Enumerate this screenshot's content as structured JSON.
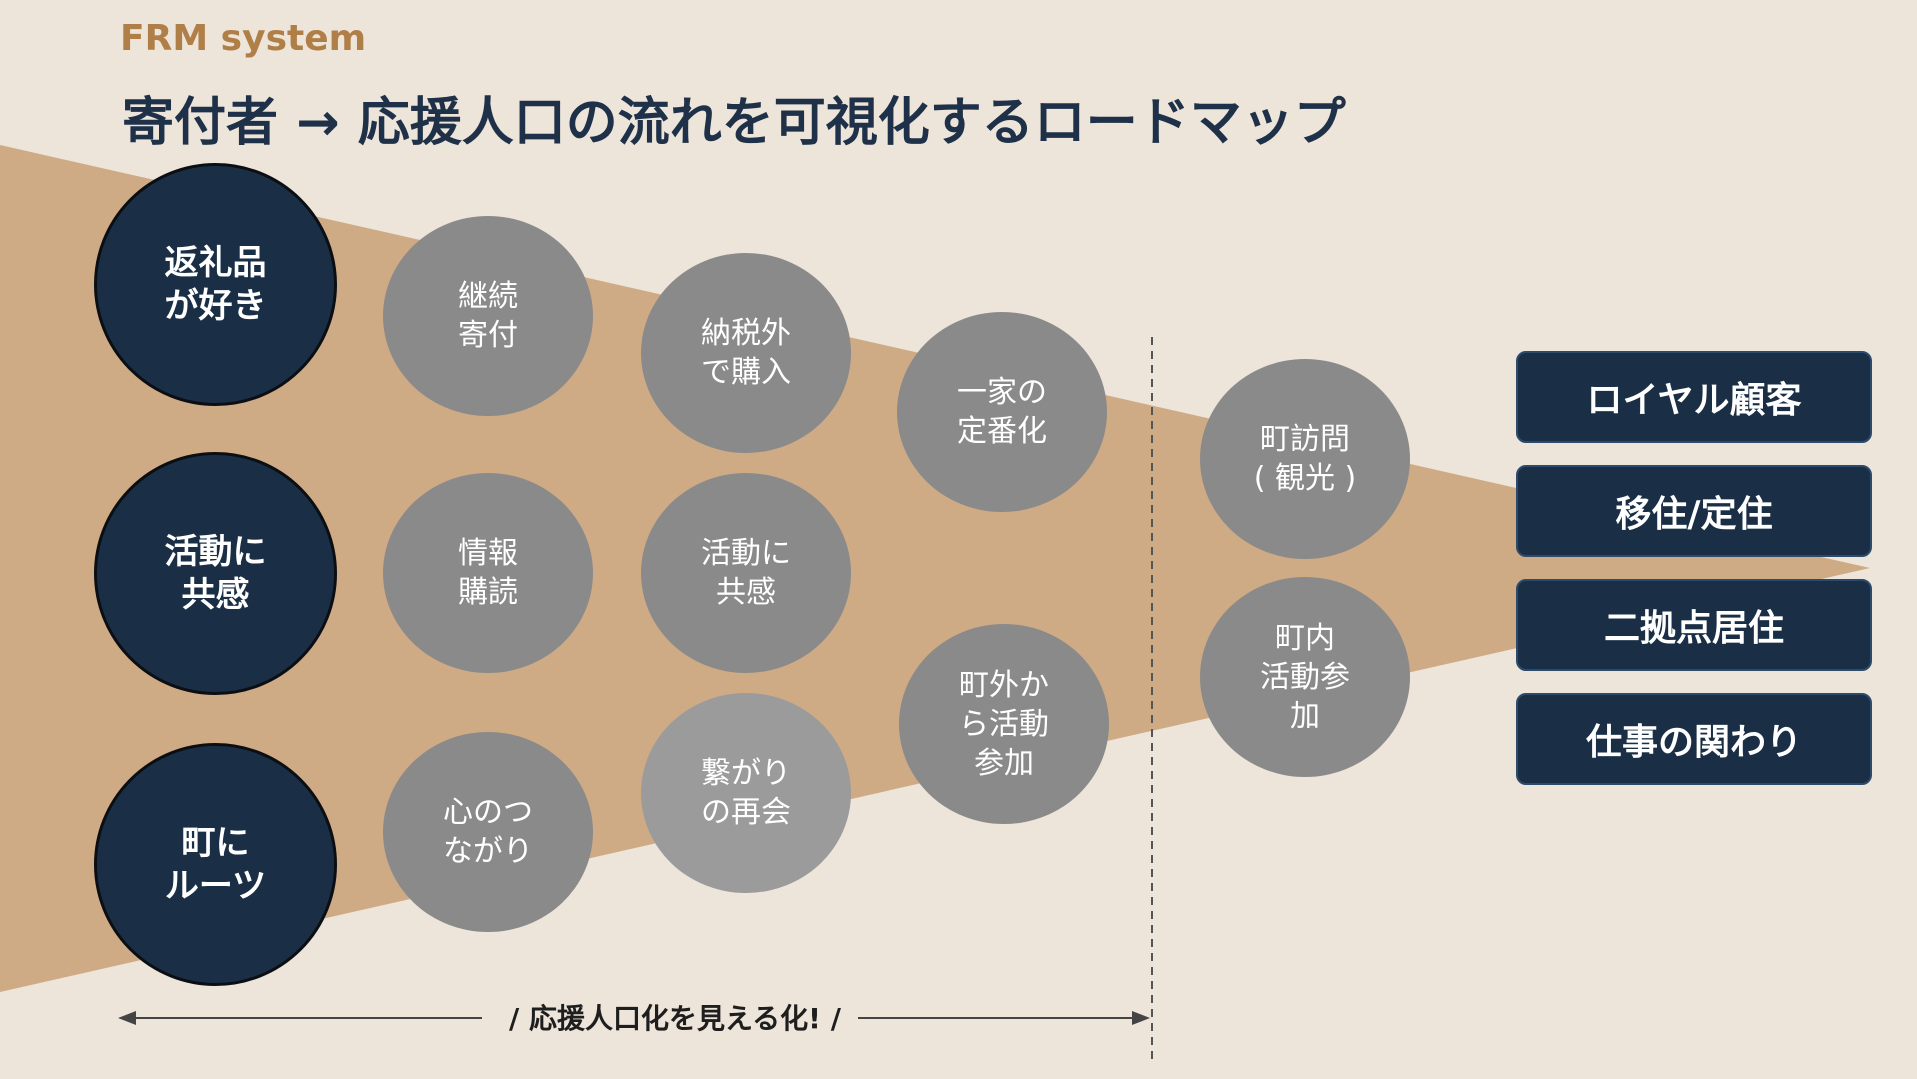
{
  "header": {
    "brand": "FRM system",
    "title": "寄付者 → 応援人口の流れを可視化するロードマップ"
  },
  "start_circles": [
    {
      "label": "返礼品\nが好き"
    },
    {
      "label": "活動に\n共感"
    },
    {
      "label": "町に\nルーツ"
    }
  ],
  "stage_circles": [
    {
      "label": "継続\n寄付"
    },
    {
      "label": "情報\n購読"
    },
    {
      "label": "心のつ\nながり"
    },
    {
      "label": "納税外\nで購入"
    },
    {
      "label": "活動に\n共感"
    },
    {
      "label": "繋がり\nの再会"
    },
    {
      "label": "一家の\n定番化"
    },
    {
      "label": "町外か\nら活動\n参加"
    },
    {
      "label": "町訪問\n( 観光 )"
    },
    {
      "label": "町内\n活動参\n加"
    }
  ],
  "outcomes": [
    {
      "label": "ロイヤル顧客"
    },
    {
      "label": "移住/定住"
    },
    {
      "label": "二拠点居住"
    },
    {
      "label": "仕事の関わり"
    }
  ],
  "footer": {
    "caption": "/ 応援人口化を見える化! /"
  },
  "colors": {
    "background": "#ede4da",
    "funnel": "#cfab85",
    "dark_navy": "#1a2f46",
    "grey": "#8a8a8a",
    "brand": "#b07f48"
  }
}
